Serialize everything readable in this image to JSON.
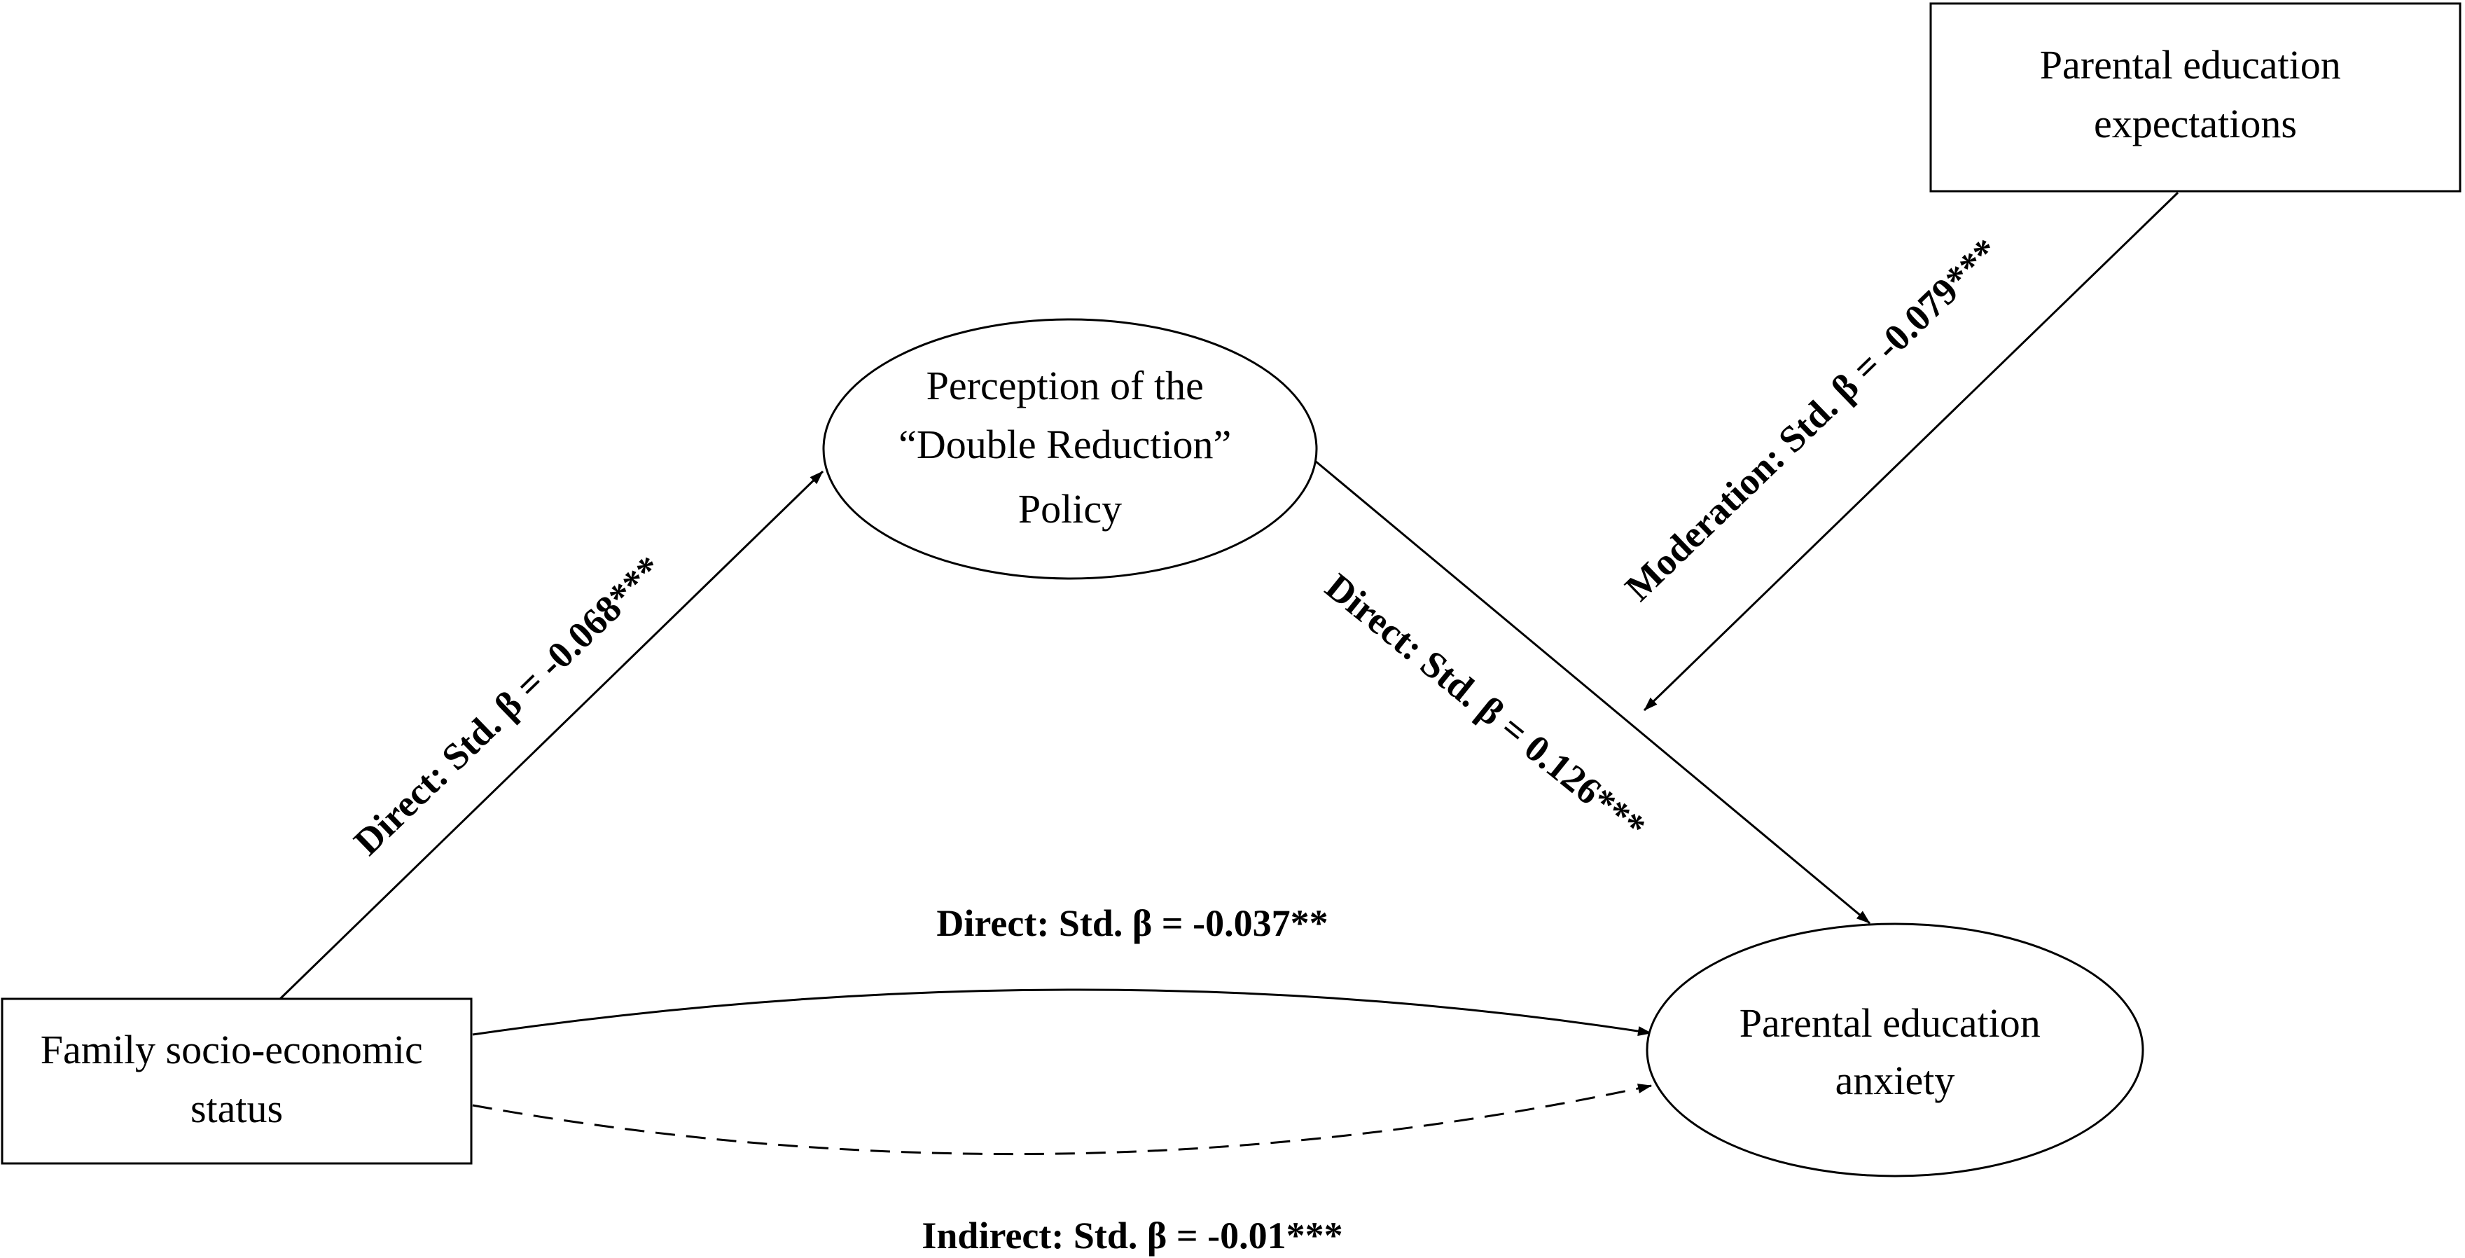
{
  "nodes": {
    "parental_expectations": {
      "line1": "Parental education",
      "line2": "expectations"
    },
    "perception_policy": {
      "line1": "Perception of the",
      "line2": "“Double Reduction”",
      "line3": "Policy"
    },
    "family_ses": {
      "line1": "Family socio-economic",
      "line2": "status"
    },
    "parental_anxiety": {
      "line1": "Parental education",
      "line2": "anxiety"
    }
  },
  "edges": {
    "ses_to_perception": {
      "type": "Direct",
      "label": "Direct: Std. β = -0.068***"
    },
    "perception_to_anxiety": {
      "type": "Direct",
      "label": "Direct: Std. β = 0.126***"
    },
    "moderation": {
      "type": "Moderation",
      "label": "Moderation: Std. β = -0.079***"
    },
    "ses_to_anxiety_direct": {
      "type": "Direct",
      "label": "Direct: Std. β = -0.037**"
    },
    "ses_to_anxiety_indirect": {
      "type": "Indirect",
      "label": "Indirect: Std. β = -0.01***"
    }
  }
}
